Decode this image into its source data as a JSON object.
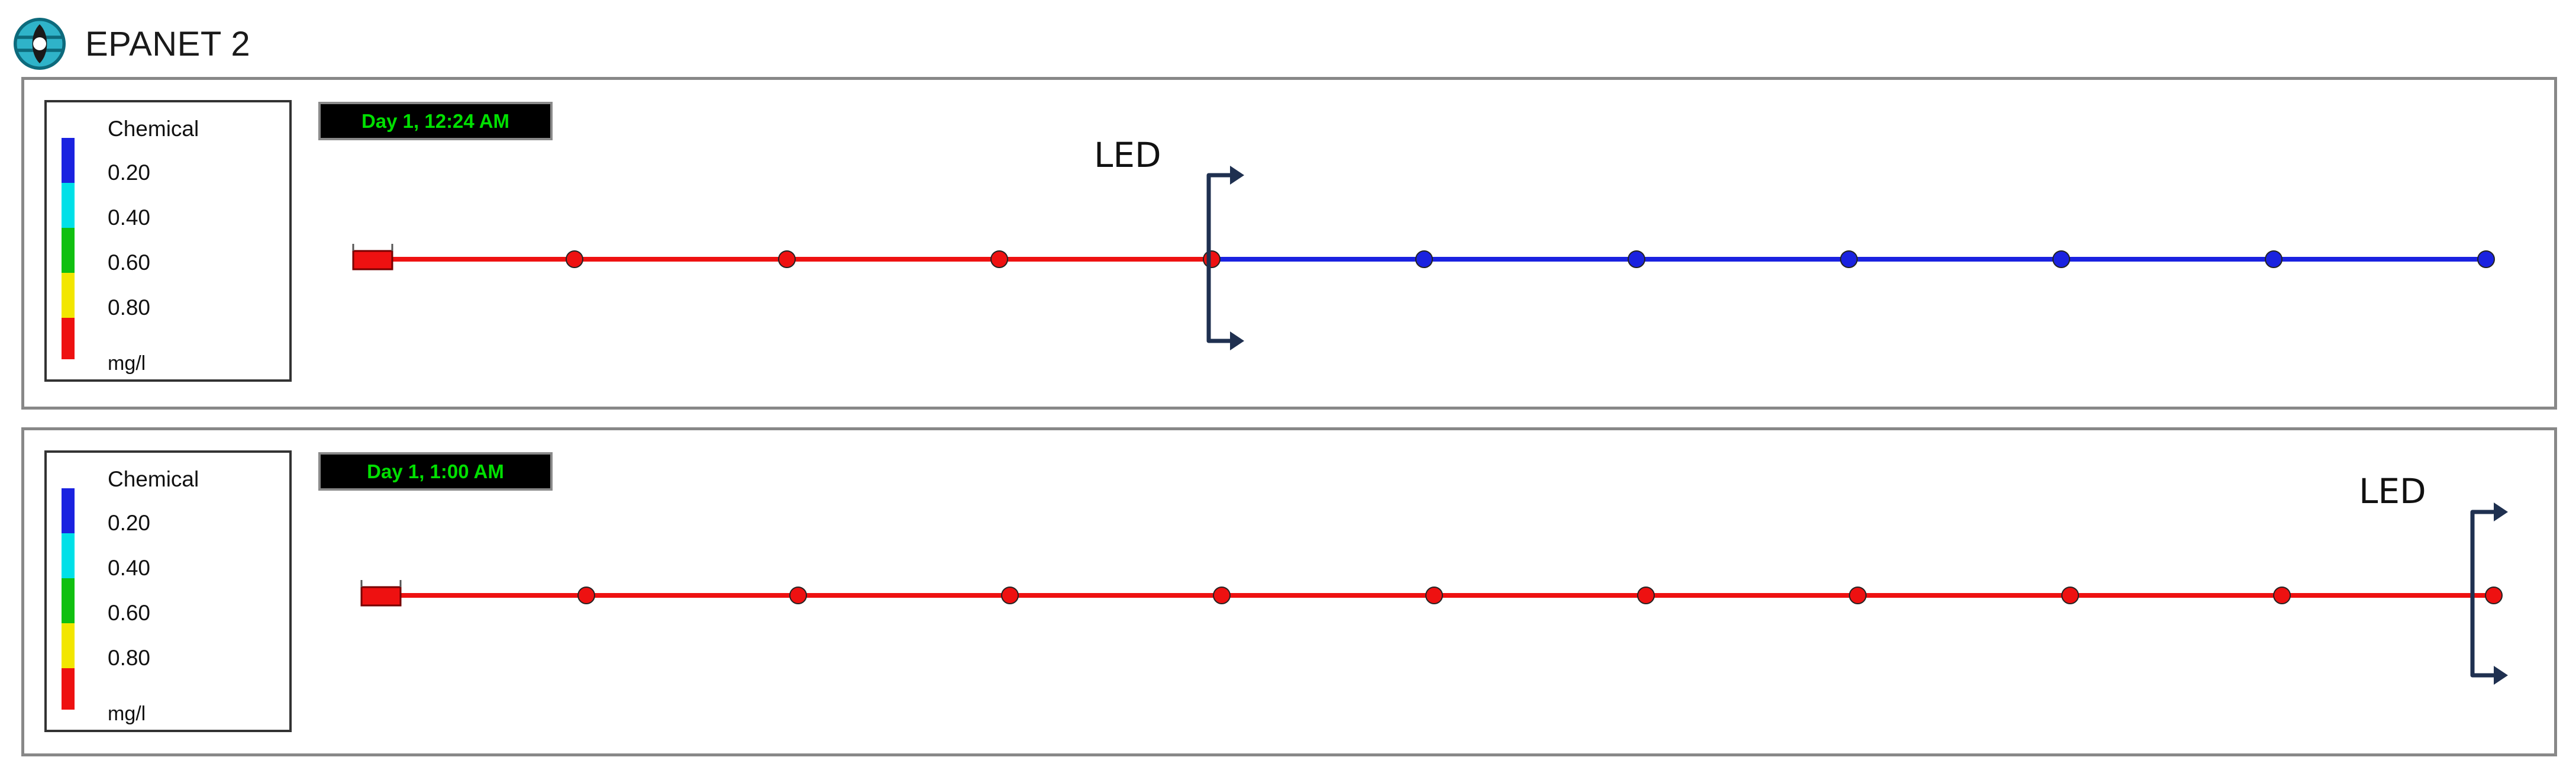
{
  "window": {
    "title": "EPANET 2",
    "icon": "epanet-app-icon"
  },
  "colors": {
    "high": "#ee1111",
    "low": "#1a22e0",
    "legend": [
      "#1a22e0",
      "#00e0e8",
      "#10c010",
      "#f2e600",
      "#ee1111"
    ],
    "arrow": "#1f3050",
    "clock_text": "#00e000"
  },
  "panels": [
    {
      "legend": {
        "title": "Chemical",
        "ticks": [
          "0.20",
          "0.40",
          "0.60",
          "0.80"
        ],
        "unit": "mg/l"
      },
      "time": "Day 1, 12:24 AM",
      "led_label": "LED",
      "node_colors": [
        "red",
        "red",
        "red",
        "red",
        "blue",
        "blue",
        "blue",
        "blue",
        "blue",
        "blue",
        "blue"
      ],
      "link_colors": [
        "red",
        "red",
        "red",
        "red",
        "blue",
        "blue",
        "blue",
        "blue",
        "blue",
        "blue",
        "blue"
      ]
    },
    {
      "legend": {
        "title": "Chemical",
        "ticks": [
          "0.20",
          "0.40",
          "0.60",
          "0.80"
        ],
        "unit": "mg/l"
      },
      "time": "Day 1, 1:00 AM",
      "led_label": "LED",
      "node_colors": [
        "red",
        "red",
        "red",
        "red",
        "red",
        "red",
        "red",
        "red",
        "red",
        "red",
        "blue"
      ],
      "link_colors": [
        "red",
        "red",
        "red",
        "red",
        "red",
        "red",
        "red",
        "red",
        "red",
        "red",
        "red"
      ]
    }
  ]
}
